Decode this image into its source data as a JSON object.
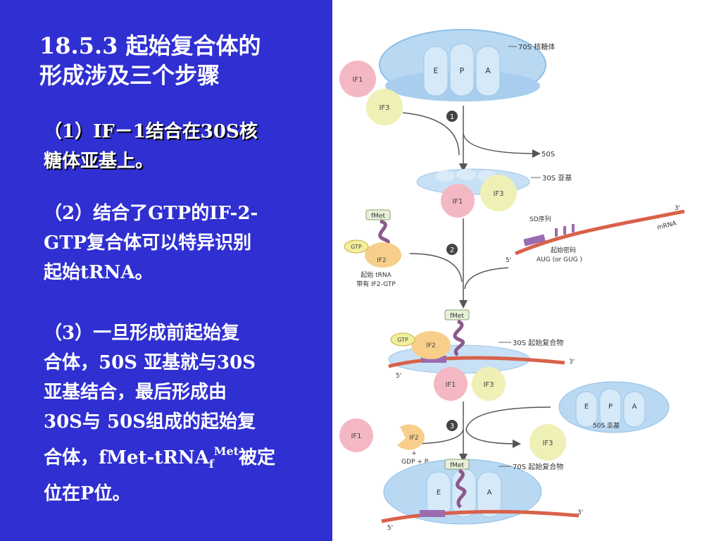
{
  "slide": {
    "title_line1": "18.5.3 起始复合体的",
    "title_line2": "形成涉及三个步骤",
    "step1_line1": "（1）IF－1结合在30S核",
    "step1_line2": "糖体亚基上。",
    "step2_line1": "（2）结合了GTP的IF-2-",
    "step2_line2": "GTP复合体可以特异识别",
    "step2_line3": "起始tRNA。",
    "step3_line1": "（3）一旦形成前起始复",
    "step3_line2": "合体，50S 亚基就与30S",
    "step3_line3": "亚基结合，最后形成由",
    "step3_line4": "30S与 50S组成的起始复",
    "step3_line5a": "合体，fMet-tRNA",
    "step3_line5_sub": "f",
    "step3_line5_sup": "Met",
    "step3_line5b": "被定",
    "step3_line6": "位在P位。"
  },
  "figure": {
    "label_70s_top": "70S 核糖体",
    "site_e": "E",
    "site_p": "P",
    "site_a": "A",
    "if1": "IF1",
    "if3": "IF3",
    "step_num_1": "1",
    "step_num_2": "2",
    "step_num_3": "3",
    "label_50s": "50S",
    "label_30s": "30S 亚基",
    "fmet": "fMet",
    "gtp": "GTP",
    "if2": "IF2",
    "sd_seq": "SD序列",
    "mrna": "mRNA",
    "three_prime": "3'",
    "five_prime": "5'",
    "start_codon": "起始密码",
    "aug": "AUG (or GUG )",
    "init_trna": "起始 tRNA",
    "carry_if2gtp": "带有 IF2-GTP",
    "label_30s_complex": "30S 起始复合物",
    "label_50s_sub": "50S 亚基",
    "plus": "+",
    "gdp_pi": "GDP + Pᵢ",
    "label_70s_complex": "70S 起始复合物"
  }
}
